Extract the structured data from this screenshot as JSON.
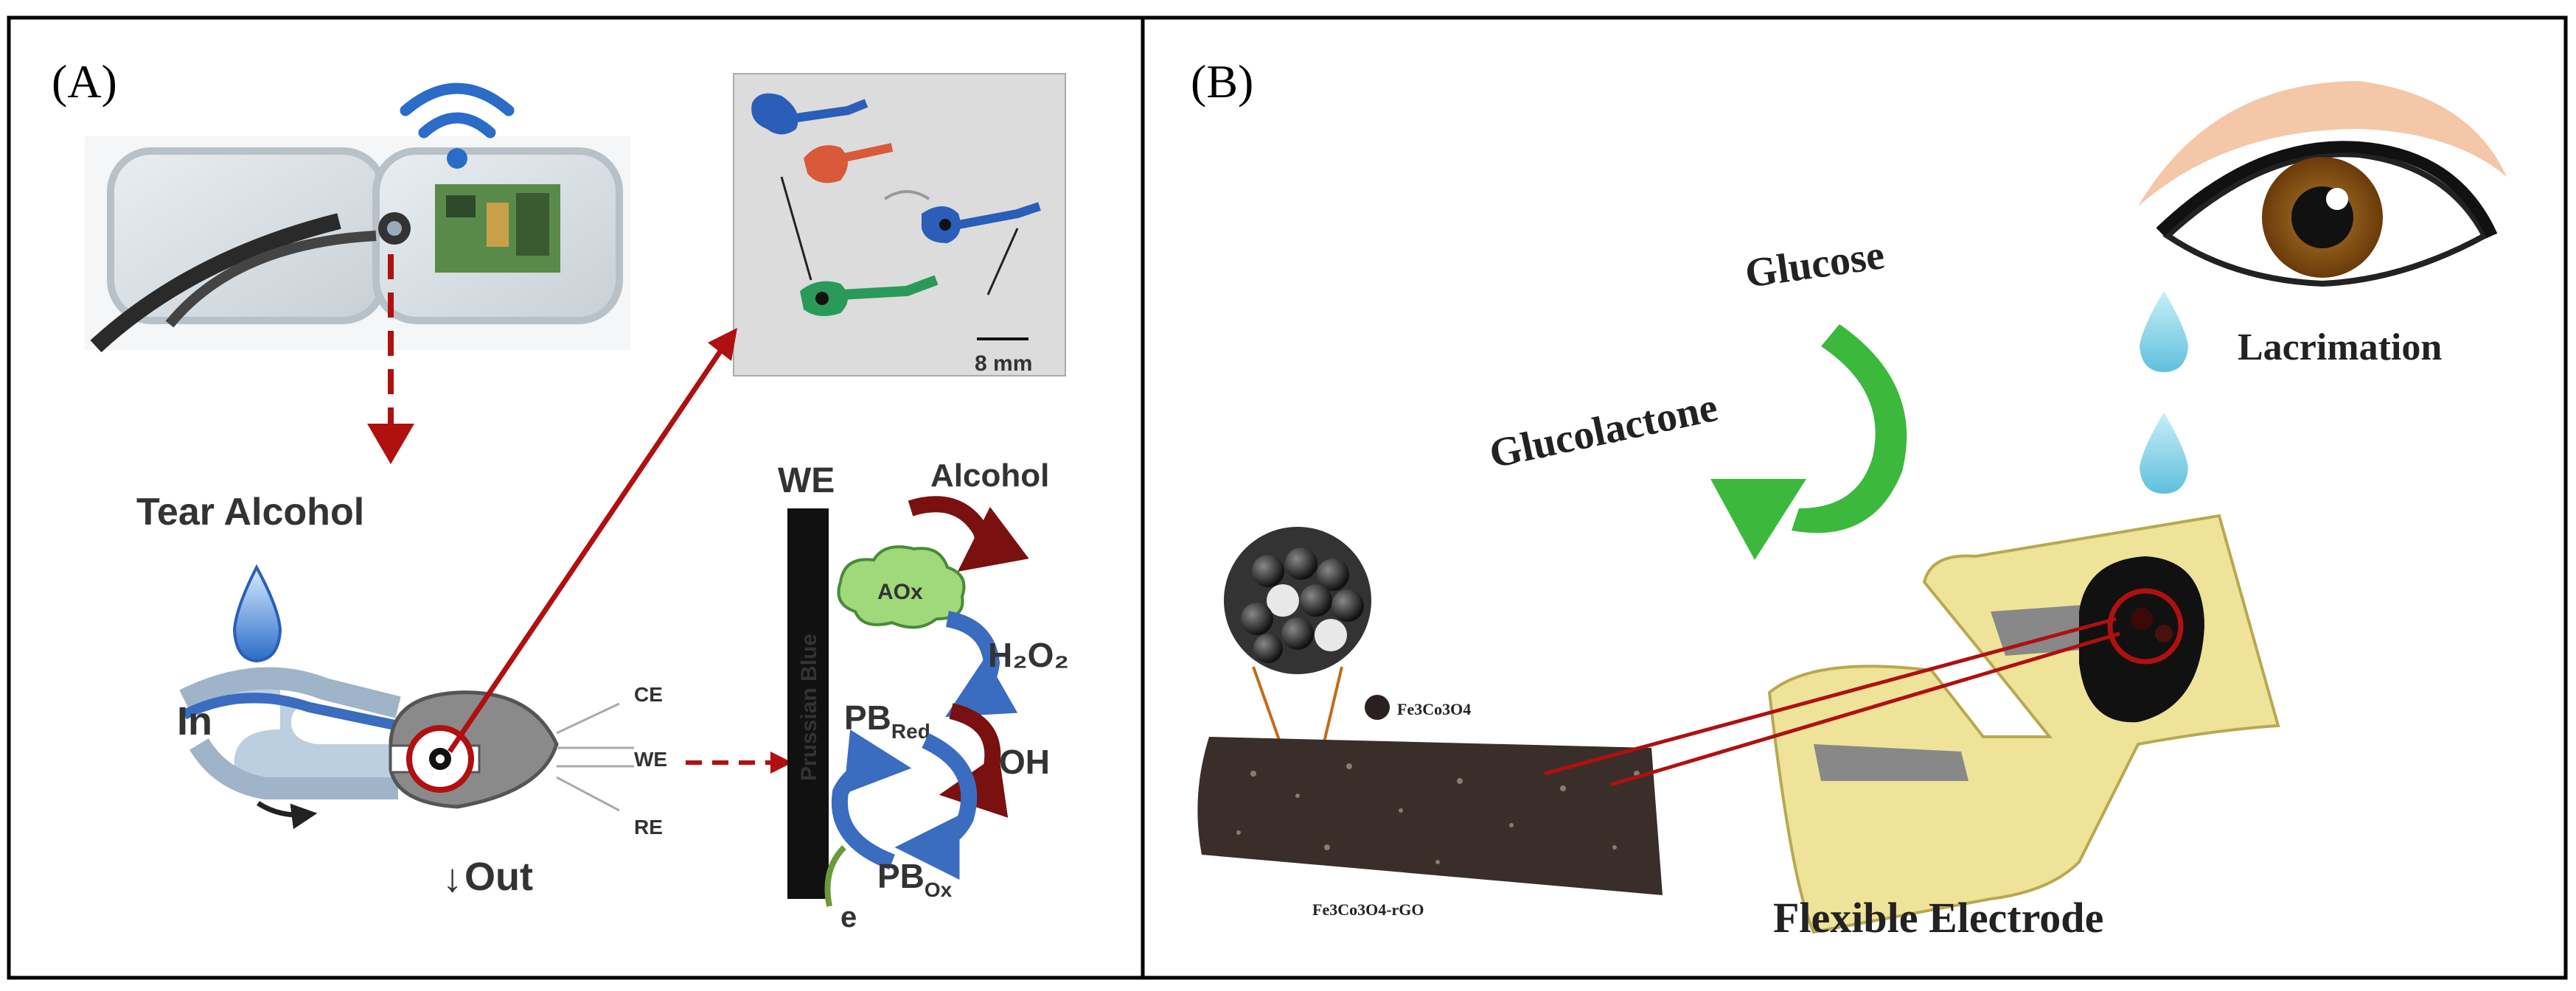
{
  "panel_a": {
    "label": "(A)",
    "scale_bar": "8 mm",
    "tear_alcohol": "Tear Alcohol",
    "inlet": "In",
    "outlet": "Out",
    "out_arrow": "↓",
    "electrodes": [
      "CE",
      "WE",
      "RE"
    ],
    "we_label": "WE",
    "prussian_blue": "Prussian Blue",
    "alcohol": "Alcohol",
    "enzyme": "AOx",
    "h2o2": "H₂O₂",
    "oh": "OH",
    "pb_red": "PB",
    "pb_red_sub": "Red",
    "pb_ox": "PB",
    "pb_ox_sub": "Ox",
    "electron": "e",
    "colors": {
      "arrow_red": "#b01010",
      "channel_blue": "#3a6cc0",
      "enzyme_green": "#9fd97a",
      "dark_red": "#7a1010"
    }
  },
  "panel_b": {
    "label": "(B)",
    "glucose": "Glucose",
    "glucolactone": "Glucolactone",
    "lacrimation": "Lacrimation",
    "particle_name": "Fe3Co3O4",
    "composite_name": "Fe3Co3O4-rGO",
    "flexible_electrode": "Flexible Electrode",
    "colors": {
      "arrow_green": "#3cb83c",
      "electrode_yellow": "#efe39a",
      "tear_blue": "#8ed4e8",
      "iris_brown": "#7a4a12"
    }
  }
}
